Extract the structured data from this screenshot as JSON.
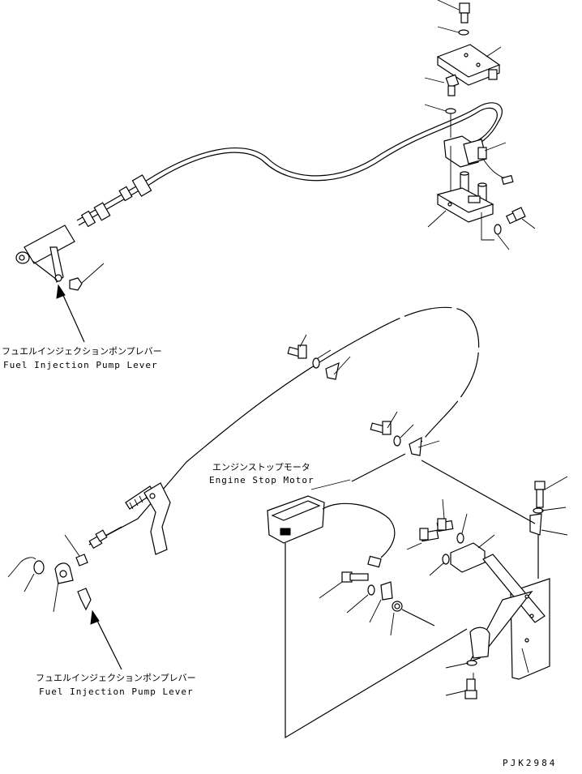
{
  "labels": {
    "pump_lever_top_jp": "フュエルインジェクションポンプレバー",
    "pump_lever_top_en": "Fuel Injection Pump Lever",
    "stop_motor_jp": "エンジンストップモータ",
    "stop_motor_en": "Engine Stop Motor",
    "pump_lever_bottom_jp": "フュエルインジェクションポンプレバー",
    "pump_lever_bottom_en": "Fuel Injection Pump Lever",
    "drawing_code": "PJK2984"
  }
}
